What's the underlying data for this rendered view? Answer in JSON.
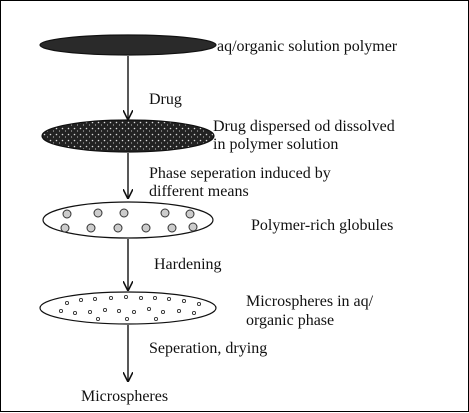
{
  "steps": [
    {
      "ellipse_label": "aq/organic solution polymer",
      "transition_label": [
        "Drug"
      ]
    },
    {
      "ellipse_label": [
        "Drug dispersed od dissolved",
        "in polymer solution"
      ],
      "transition_label": [
        "Phase seperation induced by",
        "different means"
      ]
    },
    {
      "ellipse_label": "Polymer-rich globules",
      "transition_label": [
        "Hardening"
      ]
    },
    {
      "ellipse_label": [
        "Microspheres in aq/",
        "organic phase"
      ],
      "transition_label": [
        "Seperation, drying"
      ]
    }
  ],
  "final_label": "Microspheres",
  "colors": {
    "ink": "#111111",
    "fill_dark": "#333333"
  }
}
